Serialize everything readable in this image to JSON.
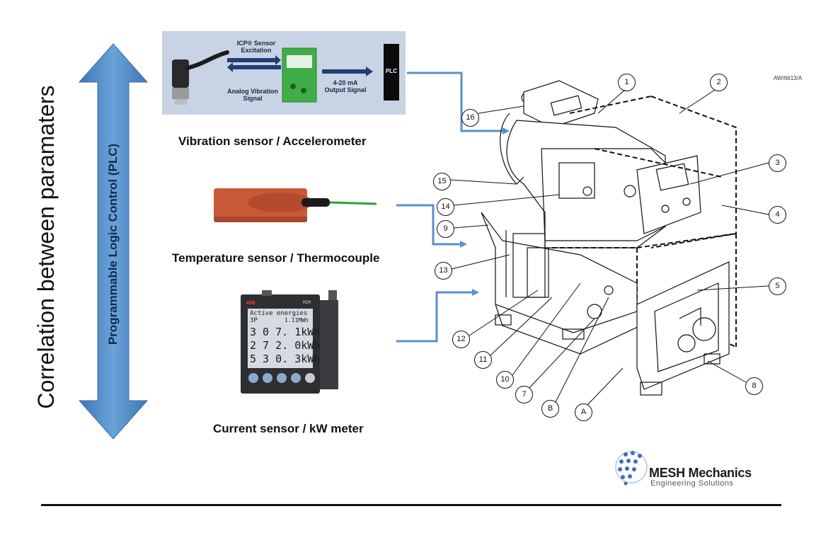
{
  "left_title": "Correlation between paramaters",
  "plc_label": "Programmable Logic Control (PLC)",
  "vibration_panel": {
    "icp_label": "ICP® Sensor Excitation",
    "analog_label": "Analog Vibration Signal",
    "output_label": "4-20 mA Output Signal",
    "plc_box": "PLC"
  },
  "captions": {
    "vibration": "Vibration sensor / Accelerometer",
    "temperature": "Temperature sensor / Thermocouple",
    "current": "Current sensor / kW meter"
  },
  "meter": {
    "brand": "ABB",
    "model": "M2M",
    "header": "Active energies",
    "mode": "3P",
    "total": "1.11MWh",
    "readings": [
      "3 0 7. 1kWh",
      "2 7 2. 0kWh",
      "5 3 0. 3kWh"
    ]
  },
  "diagram": {
    "ref_code": "AW/6613/A",
    "callouts": [
      "1",
      "2",
      "3",
      "4",
      "5",
      "8",
      "16",
      "15",
      "14",
      "9",
      "13",
      "12",
      "11",
      "10",
      "7",
      "B",
      "A"
    ]
  },
  "brand": {
    "name": "MESH Mechanics",
    "tagline": "Engineering Solutions"
  },
  "colors": {
    "arrow_blue": "#4a86c5",
    "connector_blue": "#5b8fc9",
    "panel_bg": "#c9d3e6",
    "din_green": "#3fae48",
    "thermo_pad": "#c85a37",
    "cable_green": "#2e9e3e"
  }
}
